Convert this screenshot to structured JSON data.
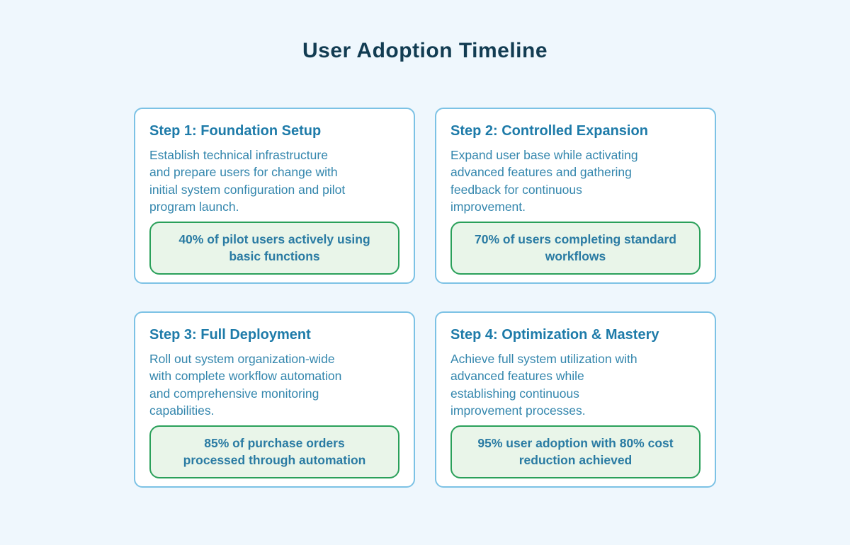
{
  "page": {
    "title": "User Adoption Timeline"
  },
  "colors": {
    "page_background": "#eff7fd",
    "card_background": "#ffffff",
    "card_border": "#7cc2e5",
    "title_text": "#123c52",
    "heading_text": "#1e7ba9",
    "body_text": "#3386ad",
    "metric_background": "#e9f5e9",
    "metric_border": "#2aa05a",
    "metric_text": "#2a7ba3"
  },
  "steps": [
    {
      "title": "Step 1: Foundation Setup",
      "description": "Establish technical infrastructure and prepare users for change with initial system configuration and pilot program launch.",
      "metric": "40% of pilot users actively using basic functions"
    },
    {
      "title": "Step 2: Controlled Expansion",
      "description": "Expand user base while activating advanced features and gathering feedback for continuous improvement.",
      "metric": "70% of users completing standard workflows"
    },
    {
      "title": "Step 3: Full Deployment",
      "description": "Roll out system organization-wide with complete workflow automation and comprehensive monitoring capabilities.",
      "metric": "85% of purchase orders processed through automation"
    },
    {
      "title": "Step 4: Optimization & Mastery",
      "description": "Achieve full system utilization with advanced features while establishing continuous improvement processes.",
      "metric": "95% user adoption with 80% cost reduction achieved"
    }
  ]
}
